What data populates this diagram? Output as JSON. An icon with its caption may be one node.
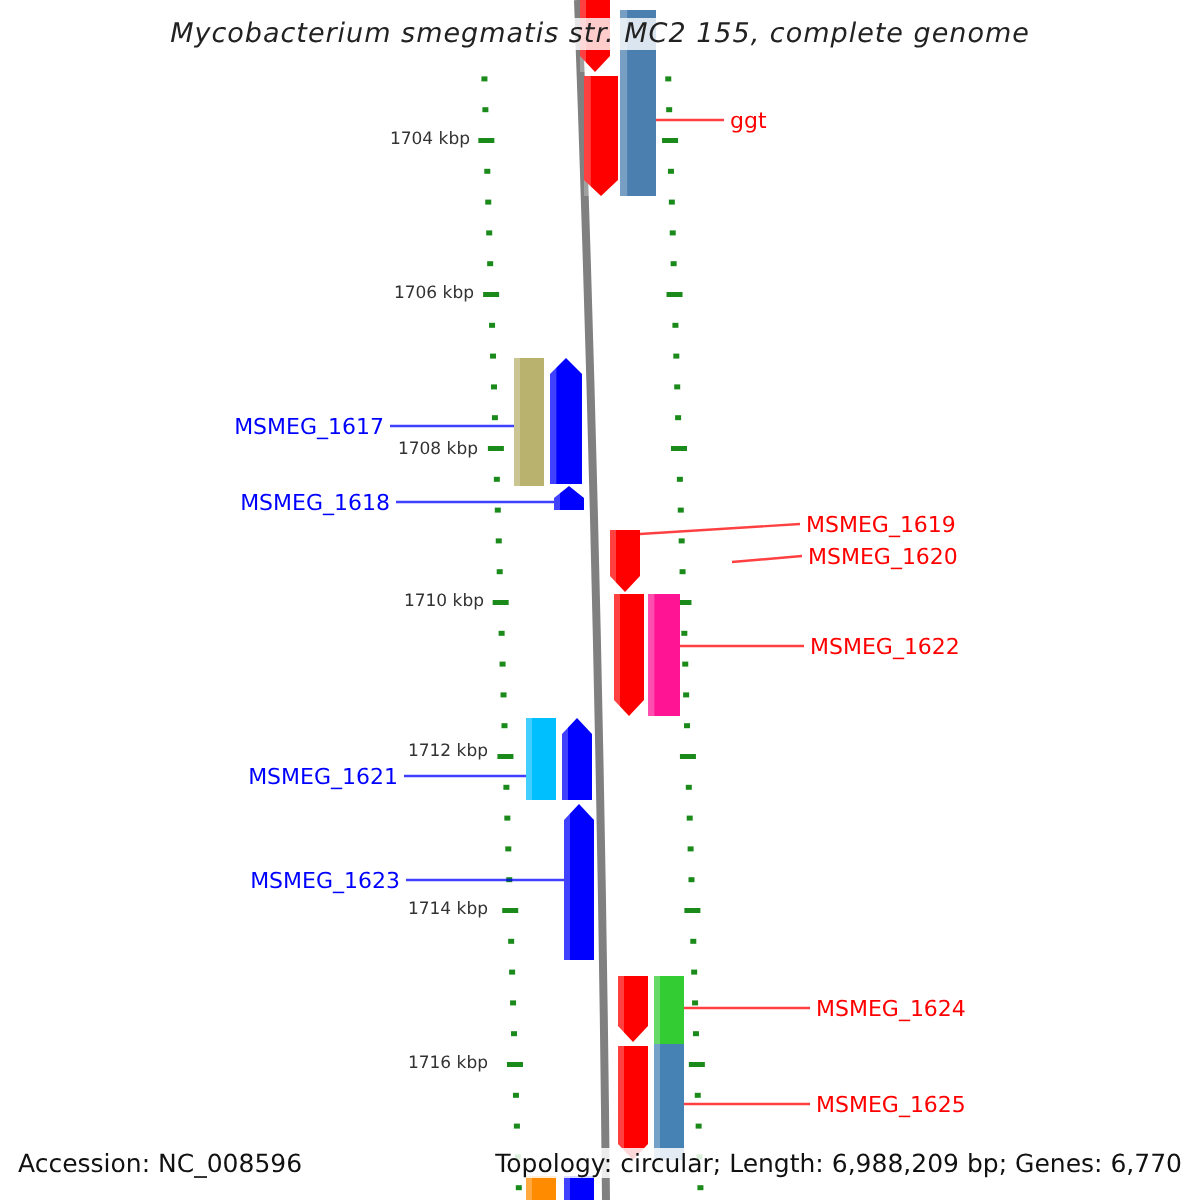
{
  "diagram": {
    "title": "Mycobacterium smegmatis str. MC2 155, complete genome",
    "nodes": [
      {
        "text": [
          "ggt"
        ]
      },
      {
        "text": [
          "MSMEG_1617"
        ]
      },
      {
        "text": [
          "MSMEG_1618"
        ]
      },
      {
        "text": [
          "MSMEG_1619"
        ]
      },
      {
        "text": [
          "MSMEG_1620"
        ]
      },
      {
        "text": [
          "MSMEG_1622"
        ]
      },
      {
        "text": [
          "MSMEG_1621"
        ]
      },
      {
        "text": [
          "MSMEG_1623"
        ]
      },
      {
        "text": [
          "MSMEG_1624"
        ]
      },
      {
        "text": [
          "MSMEG_1625"
        ]
      },
      {
        "text": [],
        "shape": "arrow"
      },
      {
        "text": [],
        "shape": "bar"
      },
      {
        "text": [],
        "shape": "arrow"
      },
      {
        "text": [],
        "shape": "bar"
      },
      {
        "text": [],
        "shape": "arrow"
      },
      {
        "text": [],
        "shape": "arrow"
      },
      {
        "text": [],
        "shape": "arrow"
      },
      {
        "text": [],
        "shape": "arrow"
      },
      {
        "text": [],
        "shape": "bar"
      },
      {
        "text": [],
        "shape": "bar"
      },
      {
        "text": [],
        "shape": "arrow"
      },
      {
        "text": [],
        "shape": "arrow"
      },
      {
        "text": [],
        "shape": "arrow"
      },
      {
        "text": [],
        "shape": "bar"
      },
      {
        "text": [],
        "shape": "arrow"
      },
      {
        "text": [],
        "shape": "bar"
      },
      {
        "text": [],
        "shape": "bar"
      },
      {
        "text": [],
        "shape": "bar"
      }
    ],
    "edges": [
      {
        "from": 0,
        "to": 11,
        "arrow": "none"
      },
      {
        "from": 1,
        "to": 13,
        "arrow": "none",
        "color": "#0000ff"
      },
      {
        "from": 2,
        "to": 15,
        "arrow": "none",
        "color": "#0000ff"
      },
      {
        "from": 3,
        "to": 16,
        "arrow": "none"
      },
      {
        "from": 4,
        "to": null,
        "arrow": "none"
      },
      {
        "from": 5,
        "to": 18,
        "arrow": "none"
      },
      {
        "from": 6,
        "to": 19,
        "arrow": "none",
        "color": "#0000ff"
      },
      {
        "from": 7,
        "to": 21,
        "arrow": "none",
        "color": "#0000ff"
      },
      {
        "from": 8,
        "to": 23,
        "arrow": "none"
      },
      {
        "from": 9,
        "to": 25,
        "arrow": "none"
      }
    ],
    "labels": [
      "1704 kbp",
      "1706 kbp",
      "1708 kbp",
      "1710 kbp",
      "1712 kbp",
      "1714 kbp",
      "1716 kbp",
      "Accession: NC_008596",
      "Topology: circular; Length: 6,988,209 bp; Genes: 6,770"
    ]
  }
}
